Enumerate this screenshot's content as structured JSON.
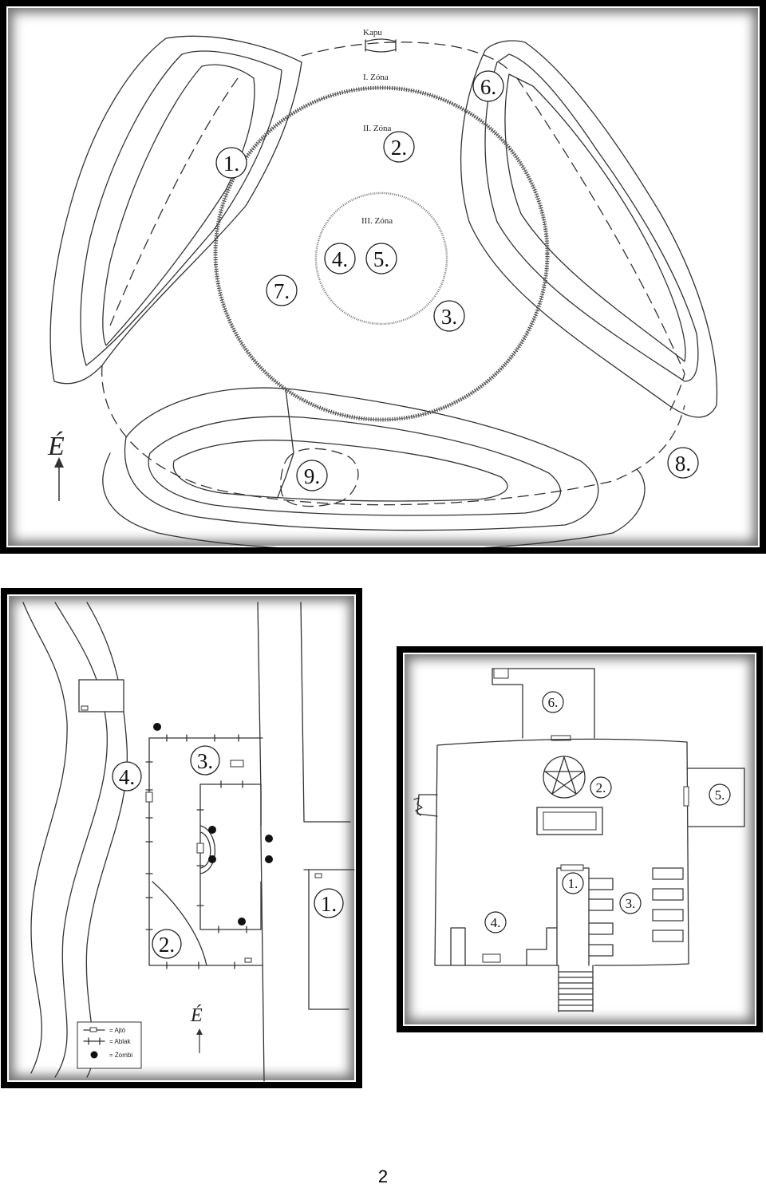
{
  "map1": {
    "gate": "Kapu",
    "zones": [
      "I. Zóna",
      "II. Zóna",
      "III. Zóna"
    ],
    "markers": [
      "1.",
      "2.",
      "3.",
      "4.",
      "5.",
      "6.",
      "7.",
      "8.",
      "9."
    ],
    "north": "É"
  },
  "map2": {
    "markers": [
      "1.",
      "2.",
      "3.",
      "4."
    ],
    "north": "É",
    "legend": [
      {
        "label": "= Ajtó"
      },
      {
        "label": "= Ablak"
      },
      {
        "label": "= Zombi"
      }
    ]
  },
  "map3": {
    "markers": [
      "1.",
      "2.",
      "3.",
      "4.",
      "5.",
      "6."
    ]
  },
  "page_number": "2"
}
